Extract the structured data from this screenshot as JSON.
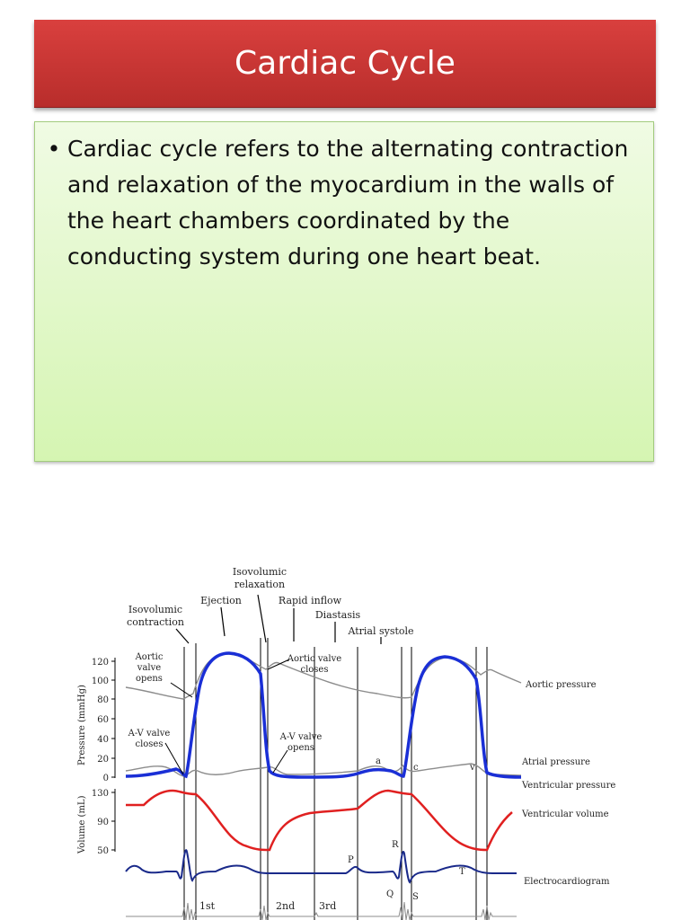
{
  "slide": {
    "title": "Cardiac Cycle",
    "bullet_symbol": "•",
    "bullet_text": "Cardiac cycle refers to the alternating contraction and relaxation of the myocardium in the walls of the heart chambers coordinated by the conducting system during one heart beat."
  },
  "diagram": {
    "phase_labels": {
      "isovolumic_contraction": [
        "Isovolumic",
        "contraction"
      ],
      "ejection": "Ejection",
      "isovolumic_relaxation": [
        "Isovolumic",
        "relaxation"
      ],
      "rapid_inflow": "Rapid inflow",
      "diastasis": "Diastasis",
      "atrial_systole": "Atrial systole"
    },
    "annotations": {
      "aortic_valve_opens": [
        "Aortic",
        "valve",
        "opens"
      ],
      "aortic_valve_closes": [
        "Aortic valve",
        "closes"
      ],
      "av_valve_closes": [
        "A-V valve",
        "closes"
      ],
      "av_valve_opens": [
        "A-V valve",
        "opens"
      ]
    },
    "wave_labels": [
      "a",
      "c",
      "v"
    ],
    "ecg_labels": [
      "P",
      "R",
      "Q",
      "S",
      "T"
    ],
    "heart_sounds": [
      "1st",
      "2nd",
      "3rd"
    ],
    "pressure_axis": {
      "label": "Pressure (mmHg)",
      "ticks": [
        "120",
        "100",
        "80",
        "60",
        "40",
        "20",
        "0"
      ]
    },
    "volume_axis": {
      "label": "Volume (mL)",
      "ticks": [
        "130",
        "90",
        "50"
      ]
    },
    "legend": {
      "aortic_pressure": "Aortic pressure",
      "atrial_pressure": "Atrial pressure",
      "ventricular_pressure": "Ventricular pressure",
      "ventricular_volume": "Ventricular volume",
      "electrocardiogram": "Electrocardiogram"
    },
    "colors": {
      "ventricular_pressure": "#1a2fd6",
      "ventricular_volume": "#e02020",
      "aortic_pressure": "#8c8c8c",
      "atrial_pressure": "#8c8c8c",
      "ecg": "#1a2a8a",
      "phonocardiogram": "#8c8c8c"
    }
  }
}
